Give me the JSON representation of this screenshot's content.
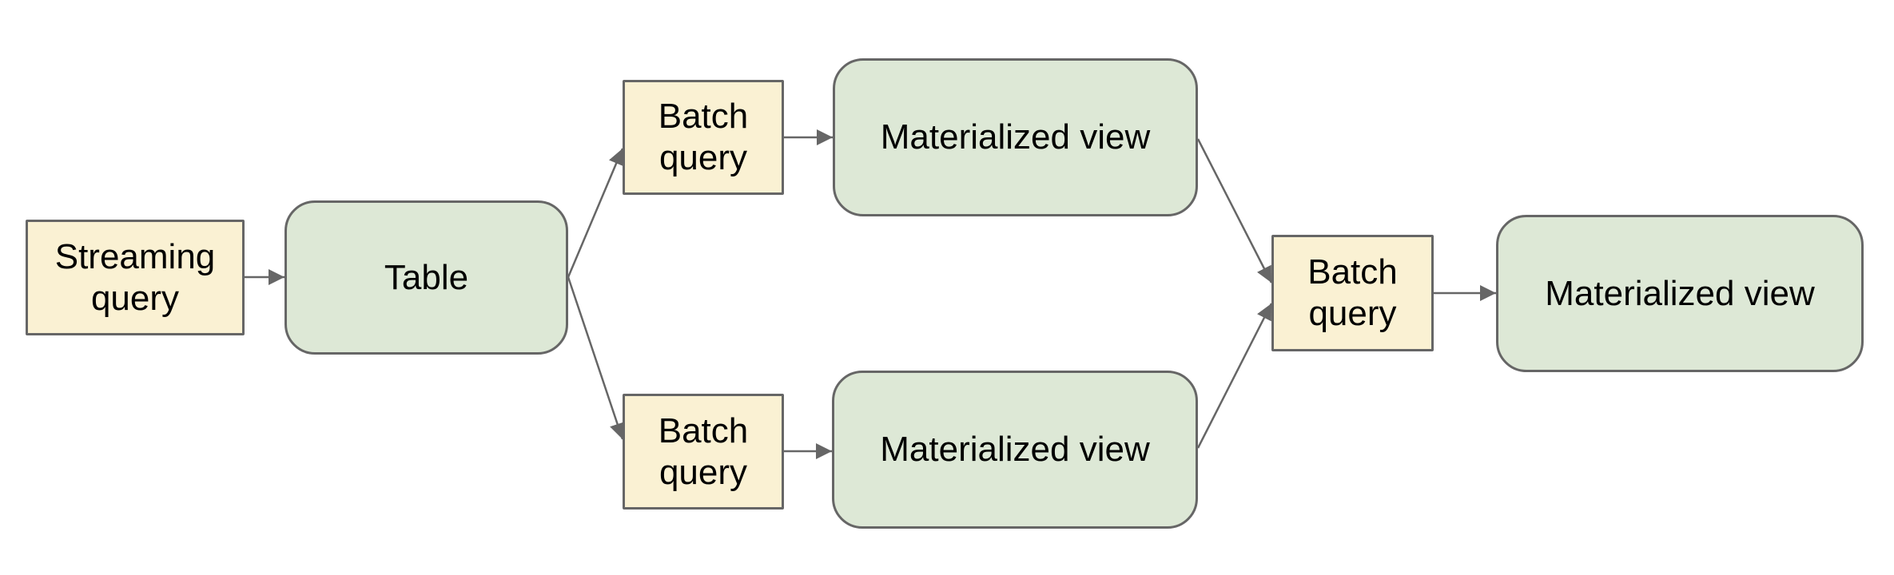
{
  "colors": {
    "canvas-bg": "#ffffff",
    "query-fill": "#faf1d3",
    "store-fill": "#dde8d6",
    "stroke": "#666666",
    "text": "#000000"
  },
  "diagram": {
    "nodes": [
      {
        "id": "streaming-query",
        "label": "Streaming query",
        "shape": "rectangle"
      },
      {
        "id": "table",
        "label": "Table",
        "shape": "rounded"
      },
      {
        "id": "batch-query-top",
        "label": "Batch query",
        "shape": "rectangle"
      },
      {
        "id": "materialized-view-top",
        "label": "Materialized view",
        "shape": "rounded"
      },
      {
        "id": "batch-query-bottom",
        "label": "Batch query",
        "shape": "rectangle"
      },
      {
        "id": "materialized-view-bottom",
        "label": "Materialized view",
        "shape": "rounded"
      },
      {
        "id": "batch-query-join",
        "label": "Batch query",
        "shape": "rectangle"
      },
      {
        "id": "materialized-view-final",
        "label": "Materialized view",
        "shape": "rounded"
      }
    ],
    "edges": [
      {
        "from": "streaming-query",
        "to": "table"
      },
      {
        "from": "table",
        "to": "batch-query-top"
      },
      {
        "from": "table",
        "to": "batch-query-bottom"
      },
      {
        "from": "batch-query-top",
        "to": "materialized-view-top"
      },
      {
        "from": "batch-query-bottom",
        "to": "materialized-view-bottom"
      },
      {
        "from": "materialized-view-top",
        "to": "batch-query-join"
      },
      {
        "from": "materialized-view-bottom",
        "to": "batch-query-join"
      },
      {
        "from": "batch-query-join",
        "to": "materialized-view-final"
      }
    ]
  }
}
